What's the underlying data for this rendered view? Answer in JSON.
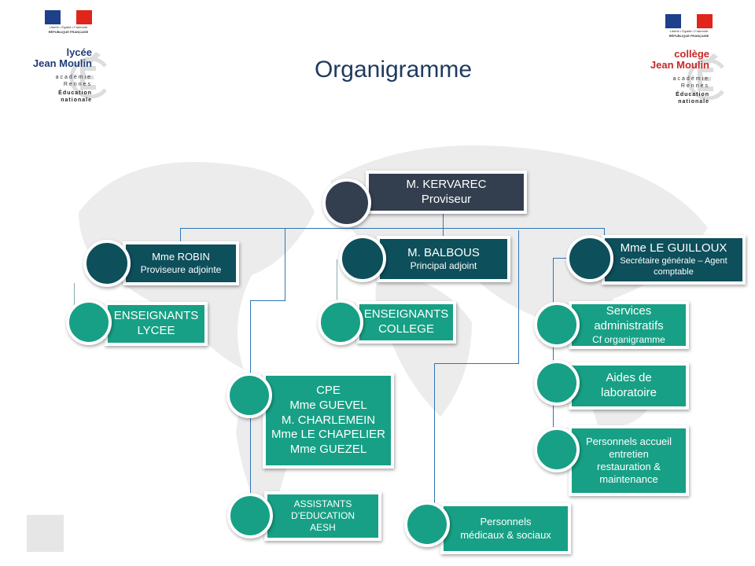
{
  "title": "Organigramme",
  "logos": {
    "left": {
      "motto": "Liberté • Égalité • Fraternité",
      "republic": "RÉPUBLIQUE FRANÇAISE",
      "school1": "lycée",
      "school2": "Jean Moulin",
      "acad1": "académie",
      "acad2": "Rennes",
      "edu1": "Éducation",
      "edu2": "nationale"
    },
    "right": {
      "motto": "Liberté • Égalité • Fraternité",
      "republic": "RÉPUBLIQUE FRANÇAISE",
      "school1": "collège",
      "school2": "Jean Moulin",
      "acad1": "académie",
      "acad2": "Rennes",
      "edu1": "Éducation",
      "edu2": "nationale"
    }
  },
  "colors": {
    "dark": "#333f4f",
    "teal_dark": "#0d4f5b",
    "teal": "#17a085",
    "connector": "#2e75b6"
  },
  "nodes": {
    "kervarec": [
      "M. KERVAREC",
      "Proviseur"
    ],
    "robin": [
      "Mme ROBIN",
      "Proviseure adjointe"
    ],
    "balbous": [
      "M. BALBOUS",
      "Principal adjoint"
    ],
    "guilloux": [
      "Mme LE GUILLOUX",
      "Secrétaire générale – Agent comptable"
    ],
    "ens_lycee": [
      "ENSEIGNANTS",
      "LYCEE"
    ],
    "ens_college": [
      "ENSEIGNANTS",
      "COLLEGE"
    ],
    "services": [
      "Services",
      "administratifs",
      "Cf organigramme"
    ],
    "cpe": [
      "CPE",
      "Mme GUEVEL",
      "M. CHARLEMEIN",
      "Mme LE CHAPELIER",
      "Mme GUEZEL"
    ],
    "aides": [
      "Aides de",
      "laboratoire"
    ],
    "accueil": [
      "Personnels accueil",
      "entretien",
      "restauration &",
      "maintenance"
    ],
    "assistants": [
      "ASSISTANTS",
      "D’EDUCATION",
      "AESH"
    ],
    "medicaux": [
      "Personnels",
      "médicaux & sociaux"
    ]
  }
}
